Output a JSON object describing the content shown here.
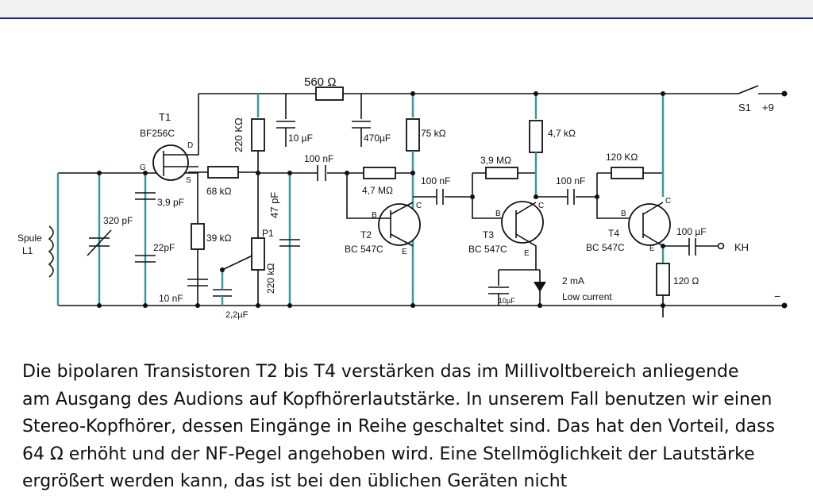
{
  "diagram": {
    "labels": {
      "t1": "T1",
      "t1_type": "BF256C",
      "pin_d": "D",
      "pin_g": "G",
      "pin_s": "S",
      "r560": "560 Ω",
      "r220k_top": "220 KΩ",
      "c10u": "10 µF",
      "c470u": "470µF",
      "r75k": "75 kΩ",
      "r47k_out": "4,7 kΩ",
      "switch": "S1",
      "plus9": "+9",
      "r68k": "68 kΩ",
      "c100n_a": "100 nF",
      "r47m": "4,7 MΩ",
      "c47p": "47 pF",
      "c39p": "3,9 pF",
      "c320p": "320 pF",
      "spule": "Spule",
      "l1": "L1",
      "c22p": "22pF",
      "r39k": "39 kΩ",
      "p1": "P1",
      "p1_val": "220 kΩ",
      "c10n": "10 nF",
      "c22u": "2,2µF",
      "c100n_b": "100 nF",
      "r39m": "3,9 MΩ",
      "r120k": "120 KΩ",
      "c100n_c": "100 nF",
      "pin_b2": "B",
      "pin_c2": "C",
      "pin_e2": "E",
      "t2": "T2",
      "t2_type": "BC 547C",
      "pin_b3": "B",
      "pin_c3": "C",
      "pin_e3": "E",
      "t3": "T3",
      "t3_type": "BC 547C",
      "pin_b4": "B",
      "pin_c4": "C",
      "pin_e4": "E",
      "t4": "T4",
      "t4_type": "BC 547C",
      "c100u": "100 µF",
      "kh": "KH",
      "c10u_small": "10µF",
      "led_current": "2 mA",
      "led_note": "Low current",
      "r120": "120 Ω",
      "minus": "−"
    }
  },
  "text": {
    "line1": "Die bipolaren Transistoren T2 bis T4 verstärken das im Millivoltbereich anliegende",
    "line2": "am Ausgang des Audions auf Kopfhörerlautstärke. In unserem Fall benutzen wir einen",
    "line3": "Stereo-Kopfhörer, dessen Eingänge in Reihe geschaltet sind. Das hat den Vorteil, dass",
    "line4": " 64 Ω erhöht und der NF-Pegel angehoben wird. Eine Stellmöglichkeit der Lautstärke",
    "line5": "ergrößert werden kann, das ist bei den üblichen Geräten nicht"
  },
  "colors": {
    "header_rule": "#1a1fbf",
    "wire": "#111111",
    "teal": "#3a9aa0"
  }
}
